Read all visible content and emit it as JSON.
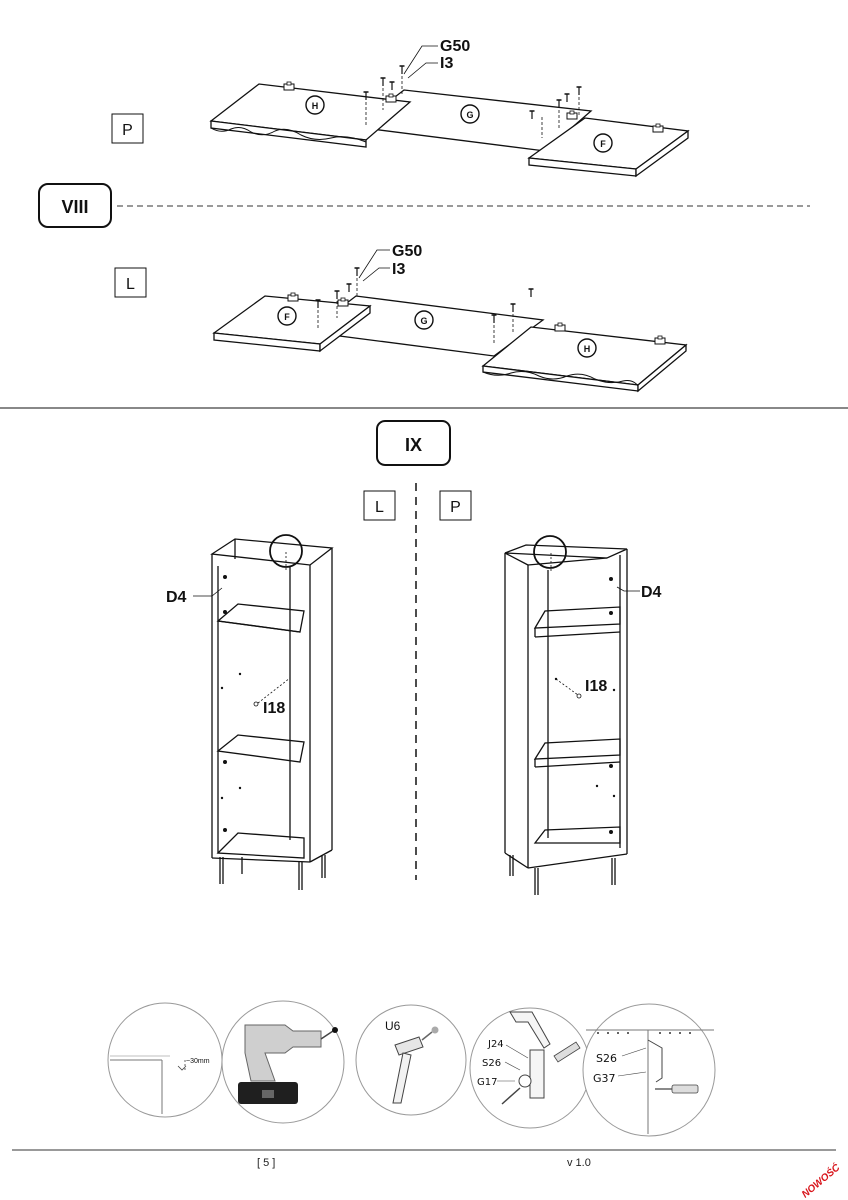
{
  "step_viii": {
    "label": "VIII",
    "right_variant": {
      "side": "P",
      "hardware_1": "G50",
      "hardware_2": "I3",
      "panels": [
        "H",
        "G",
        "F"
      ]
    },
    "left_variant": {
      "side": "L",
      "hardware_1": "G50",
      "hardware_2": "I3",
      "panels": [
        "F",
        "G",
        "H"
      ]
    }
  },
  "step_ix": {
    "label": "IX",
    "left": {
      "side": "L",
      "part_1": "D4",
      "part_2": "I18"
    },
    "right": {
      "side": "P",
      "part_1": "D4",
      "part_2": "I18"
    }
  },
  "tools": {
    "drill_depth": "~30mm",
    "hammer_part": "U6",
    "bracket_parts": [
      "J24",
      "S26",
      "G17"
    ],
    "wall_parts": [
      "S26",
      "G37"
    ]
  },
  "footer": {
    "page": "[ 5 ]",
    "page_number": "5",
    "version": "v 1.0",
    "stamp": "NOWOŚĆ"
  },
  "colors": {
    "stamp": "#d8141b",
    "ink": "#111111"
  }
}
